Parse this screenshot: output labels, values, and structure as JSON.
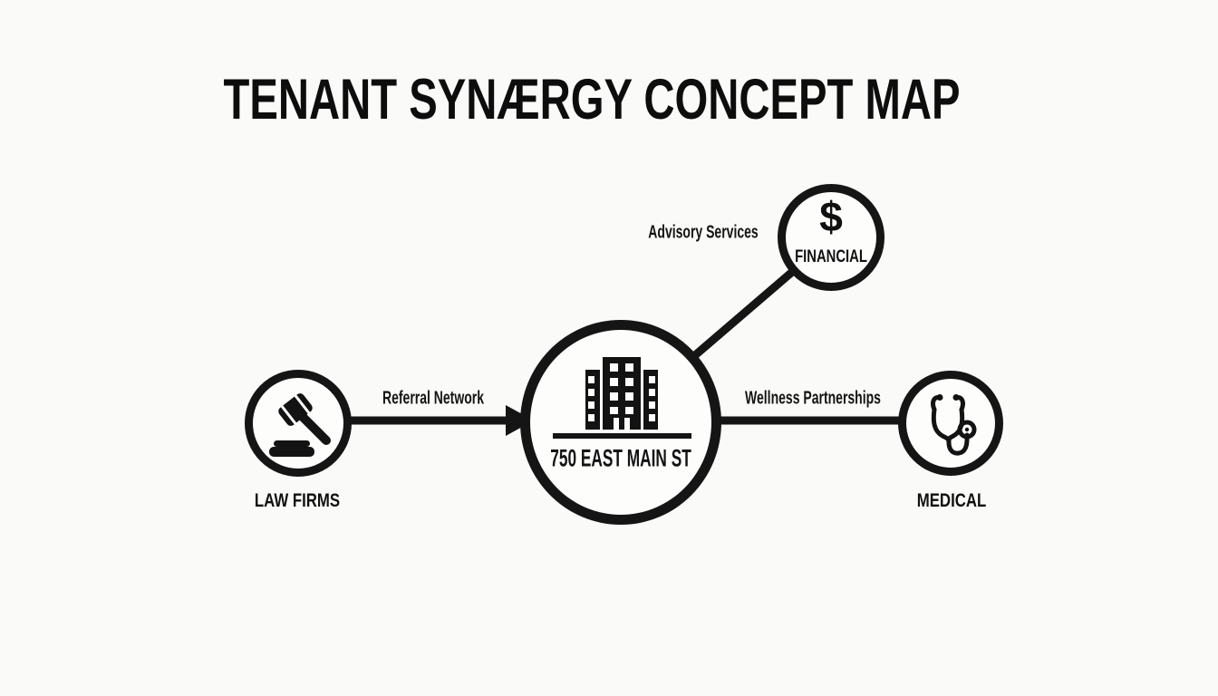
{
  "title": "TENANT SYNÆRGY CONCEPT MAP",
  "diagram": {
    "center_node": {
      "label": "750 EAST MAIN ST",
      "icon": "building-icon"
    },
    "nodes": [
      {
        "id": "law",
        "label": "LAW FIRMS",
        "icon": "gavel-icon"
      },
      {
        "id": "financial",
        "label": "FINANCIAL",
        "icon": "dollar-icon",
        "icon_glyph": "$"
      },
      {
        "id": "medical",
        "label": "MEDICAL",
        "icon": "stethoscope-icon"
      }
    ],
    "edges": [
      {
        "from": "LAW FIRMS",
        "to": "750 EAST MAIN ST",
        "label": "Referral Network",
        "style": "arrow"
      },
      {
        "from": "750 EAST MAIN ST",
        "to": "FINANCIAL",
        "label": "Advisory Services",
        "style": "line"
      },
      {
        "from": "750 EAST MAIN ST",
        "to": "MEDICAL",
        "label": "Wellness Partnerships",
        "style": "line"
      }
    ]
  },
  "colors": {
    "ink": "#151515",
    "background": "#fafaf8",
    "node_fill": "#fdfdfc"
  }
}
